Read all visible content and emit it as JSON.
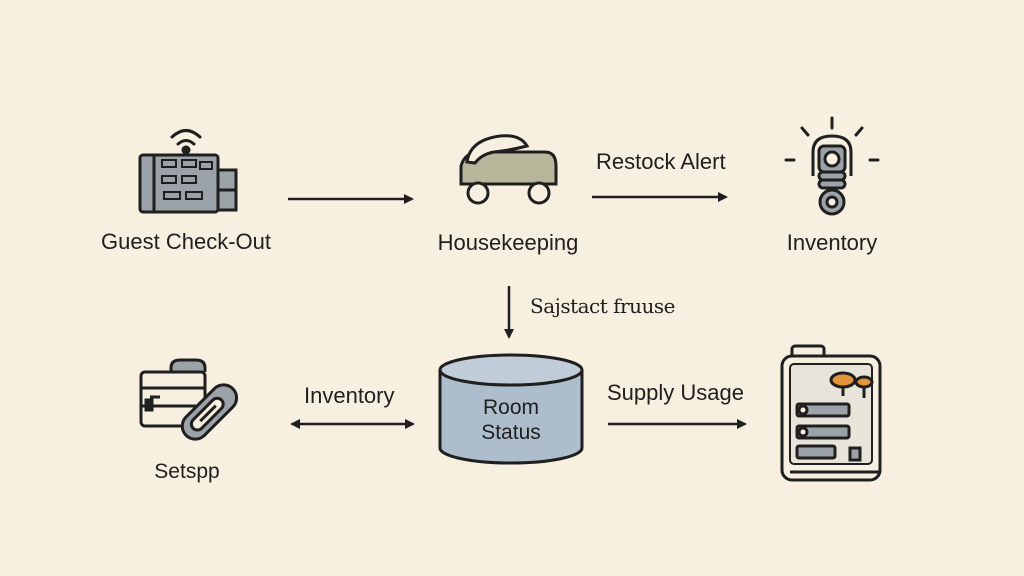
{
  "nodes": {
    "guest_checkout": {
      "label": "Guest Check-Out",
      "icon": "keycard-terminal-icon"
    },
    "housekeeping": {
      "label": "Housekeeping",
      "icon": "cart-icon"
    },
    "inventory_top": {
      "label": "Inventory",
      "icon": "sensor-device-icon"
    },
    "setspp": {
      "label": "Setspp",
      "icon": "clipboard-tool-icon"
    },
    "room_status": {
      "label_line1": "Room",
      "label_line2": "Status",
      "icon": "database-cylinder-icon"
    },
    "supply_panel": {
      "icon": "supply-panel-icon"
    }
  },
  "edges": {
    "restock_alert": "Restock Alert",
    "vertical_label": "Sajstact fruuse",
    "inventory_left": "Inventory",
    "supply_usage": "Supply Usage"
  },
  "colors": {
    "background": "#f7f0e1",
    "stroke": "#1f1f1f",
    "gray_fill": "#9ca3a8",
    "olive_fill": "#b7b69a",
    "blue_fill": "#adbdcc",
    "orange_accent": "#e3953a"
  }
}
